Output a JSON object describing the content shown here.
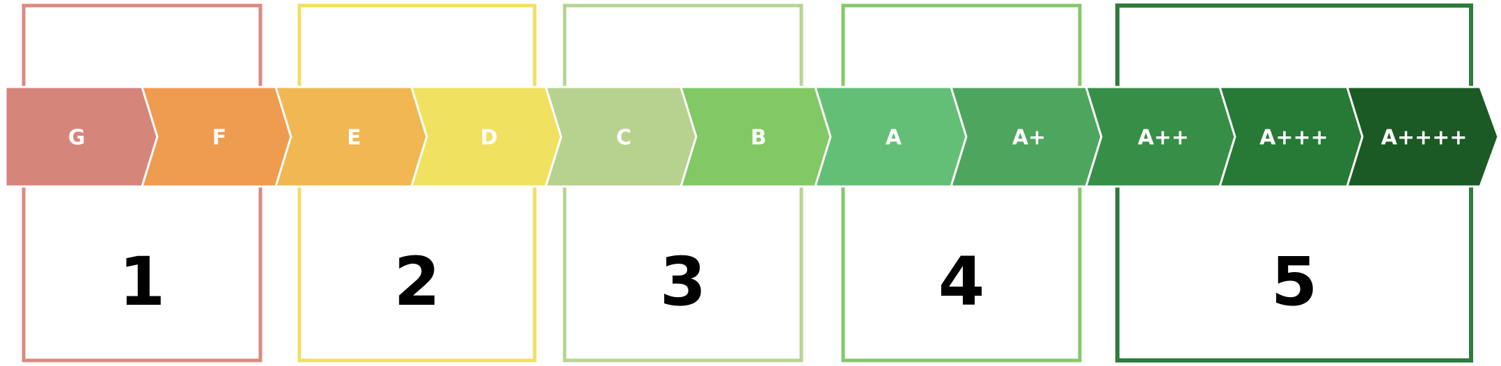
{
  "groups": [
    {
      "number": "1",
      "color": "#d98a7f"
    },
    {
      "number": "2",
      "color": "#f1df63"
    },
    {
      "number": "3",
      "color": "#b8d494"
    },
    {
      "number": "4",
      "color": "#86c76c"
    },
    {
      "number": "5",
      "color": "#2e7d3c"
    }
  ],
  "bands": [
    {
      "label": "G",
      "color": "#d6857b"
    },
    {
      "label": "F",
      "color": "#ef9b50"
    },
    {
      "label": "E",
      "color": "#f0b752"
    },
    {
      "label": "D",
      "color": "#f1e160"
    },
    {
      "label": "C",
      "color": "#b7d28e"
    },
    {
      "label": "B",
      "color": "#82c865"
    },
    {
      "label": "A",
      "color": "#64bf76"
    },
    {
      "label": "A+",
      "color": "#4ea65e"
    },
    {
      "label": "A++",
      "color": "#378f47"
    },
    {
      "label": "A+++",
      "color": "#277936"
    },
    {
      "label": "A++++",
      "color": "#1b5a25"
    }
  ]
}
